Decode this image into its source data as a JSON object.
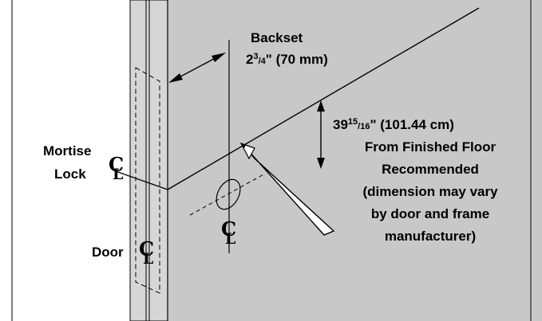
{
  "diagram": {
    "backset": {
      "title": "Backset",
      "value_whole": "2",
      "value_numerator": "3",
      "value_denominator": "4",
      "value_rest": "\" (70 mm)"
    },
    "height": {
      "value_whole": "39",
      "value_numerator": "15",
      "value_denominator": "16",
      "value_rest": "\" (101.44 cm)",
      "line2": "From Finished Floor",
      "line3": "Recommended",
      "line4": "(dimension may vary",
      "line5": "by door and frame",
      "line6": "manufacturer)"
    },
    "mortise_lock_line1": "Mortise",
    "mortise_lock_line2": "Lock",
    "door_label": "Door",
    "centerline_symbol_c": "C",
    "centerline_symbol_l": "L",
    "colors": {
      "wall": "#c8c8c8",
      "frame": "#d6d6d6",
      "door_edge": "#ffffff",
      "pencil": "#ffffff",
      "ink": "#000000"
    }
  }
}
